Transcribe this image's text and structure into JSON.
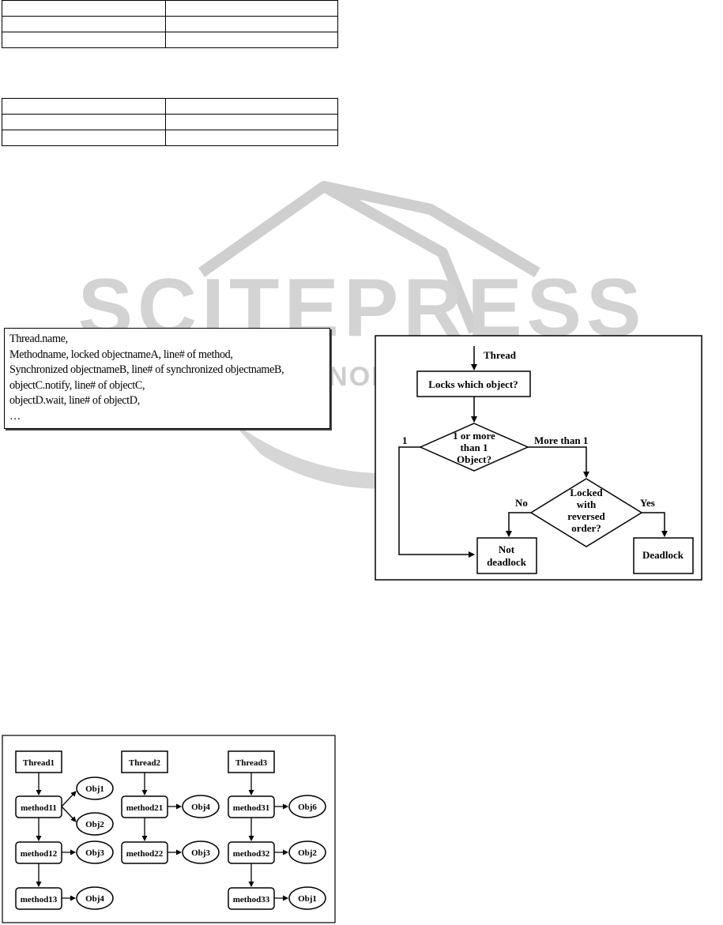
{
  "code_block": {
    "lines": [
      "Thread.name,",
      "Methodname, locked objectnameA, line# of method,",
      "Synchronized objectnameB, line# of synchronized objectnameB,",
      "objectC.notify, line# of objectC,",
      "objectD.wait, line# of objectD,",
      "…"
    ]
  },
  "flowchart": {
    "start": "Thread",
    "step1": "Locks which object?",
    "decision1": [
      "1 or more",
      "than 1",
      "Object?"
    ],
    "branch_one": "1",
    "branch_more": "More than 1",
    "decision2": [
      "Locked",
      "with",
      "reversed",
      "order?"
    ],
    "branch_no": "No",
    "branch_yes": "Yes",
    "not_deadlock": [
      "Not",
      "deadlock"
    ],
    "deadlock": "Deadlock"
  },
  "thread_diagram": {
    "threads": [
      {
        "name": "Thread1",
        "methods": [
          {
            "name": "method11",
            "objects": [
              "Obj1",
              "Obj2"
            ]
          },
          {
            "name": "method12",
            "objects": [
              "Obj3"
            ]
          },
          {
            "name": "method13",
            "objects": [
              "Obj4"
            ]
          }
        ]
      },
      {
        "name": "Thread2",
        "methods": [
          {
            "name": "method21",
            "objects": [
              "Obj4"
            ]
          },
          {
            "name": "method22",
            "objects": [
              "Obj3"
            ]
          }
        ]
      },
      {
        "name": "Thread3",
        "methods": [
          {
            "name": "method31",
            "objects": [
              "Obj6"
            ]
          },
          {
            "name": "method32",
            "objects": [
              "Obj2"
            ]
          },
          {
            "name": "method33",
            "objects": [
              "Obj1"
            ]
          }
        ]
      }
    ]
  },
  "colors": {
    "watermark": "#c8c8c8",
    "line": "#000000",
    "background": "#ffffff"
  }
}
